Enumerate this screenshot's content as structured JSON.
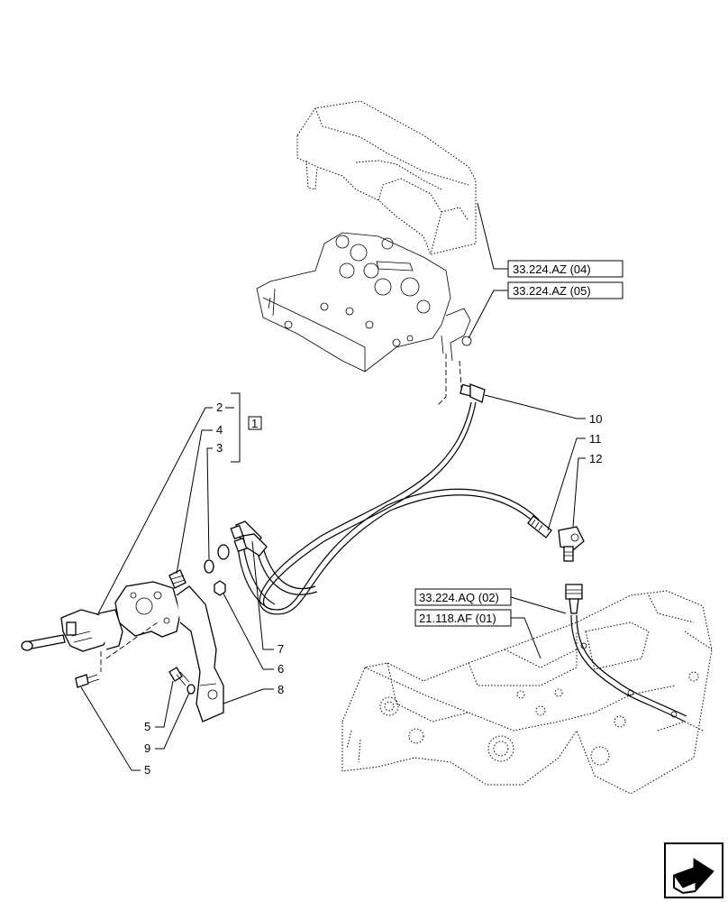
{
  "refs": {
    "az04": "33.224.AZ (04)",
    "az05": "33.224.AZ (05)",
    "aq02": "33.224.AQ (02)",
    "af01": "21.118.AF (01)"
  },
  "kit_label": "1",
  "callouts": {
    "c2": "2",
    "c4": "4",
    "c3": "3",
    "c10": "10",
    "c11": "11",
    "c12": "12",
    "c7": "7",
    "c6": "6",
    "c8": "8",
    "c5a": "5",
    "c9": "9",
    "c5b": "5"
  },
  "icons": {
    "nav": "next-page-arrow-icon"
  }
}
